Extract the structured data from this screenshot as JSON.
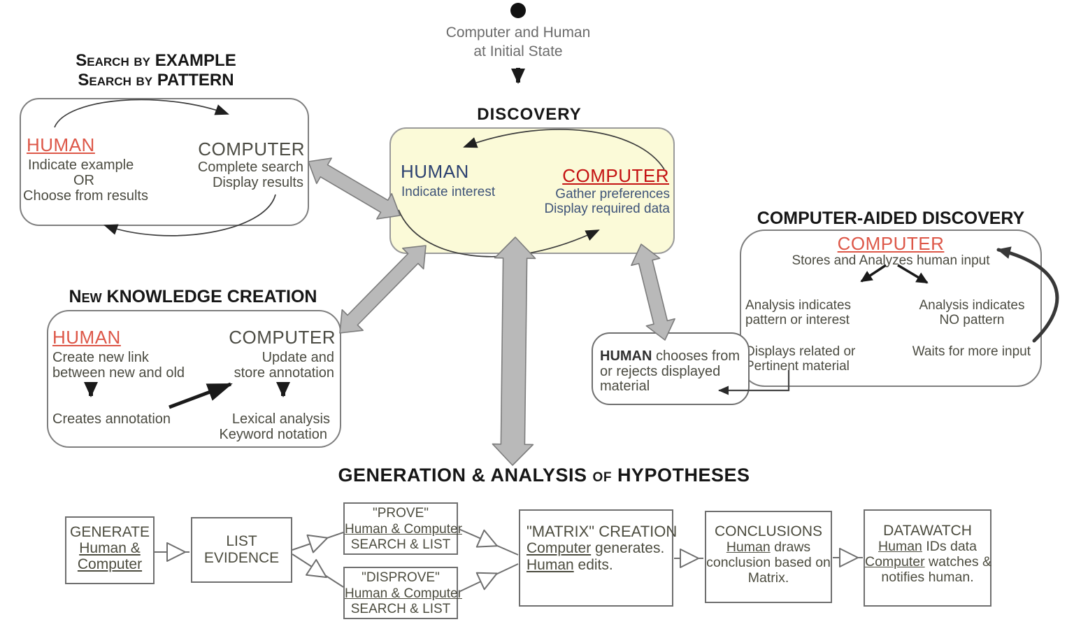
{
  "colors": {
    "discovery_fill": "#fbfad8",
    "deep_red": "#c41212",
    "salmon_red": "#dd5748",
    "navy": "#2c4170",
    "slate_blue": "#3e5378",
    "olive_gray": "#4b4b41",
    "label_gray": "#6b6b6b",
    "gray_arrow_fill": "#b9b9b9"
  },
  "initial_state": {
    "line1": "Computer and Human",
    "line2": "at Initial State"
  },
  "search": {
    "title1": [
      {
        "t": "Search by ",
        "c": "sc"
      },
      {
        "t": "EXAMPLE"
      }
    ],
    "title2": [
      {
        "t": "Search by ",
        "c": "sc"
      },
      {
        "t": "PATTERN"
      }
    ],
    "human": {
      "title": "HUMAN",
      "line1": "Indicate example",
      "line2": "OR",
      "line3": "Choose from results"
    },
    "computer": {
      "title": "COMPUTER",
      "line1": "Complete search",
      "line2": "Display results"
    }
  },
  "discovery": {
    "title": "DISCOVERY",
    "human": {
      "title": "HUMAN",
      "line1": "Indicate interest"
    },
    "computer": {
      "title": "COMPUTER",
      "line1": "Gather preferences",
      "line2": "Display required data"
    }
  },
  "new_knowledge": {
    "title": [
      {
        "t": "New ",
        "c": "sc"
      },
      {
        "t": "KNOWLEDGE CREATION"
      }
    ],
    "human": {
      "title": "HUMAN",
      "line1": "Create new link",
      "line2": "between new and old",
      "below": "Creates annotation"
    },
    "computer": {
      "title": "COMPUTER",
      "line1": "Update and",
      "line2": "store annotation",
      "below1": "Lexical analysis",
      "below2": "Keyword notation"
    }
  },
  "cad": {
    "title": "COMPUTER-AIDED DISCOVERY",
    "computer_title": "COMPUTER",
    "subtitle": "Stores and Analyzes human input",
    "branch_left": {
      "line1": "Analysis indicates",
      "line2": "pattern or interest"
    },
    "branch_right": {
      "line1": "Analysis indicates",
      "line2": "NO pattern"
    },
    "result_left": {
      "line1": "Displays related or",
      "line2": "Pertinent material"
    },
    "result_right": "Waits for more input"
  },
  "human_chooses": {
    "line1": [
      {
        "t": "HUMAN",
        "c": "b"
      },
      {
        "t": " chooses from"
      }
    ],
    "line2": "or rejects displayed",
    "line3": "material"
  },
  "hypotheses": {
    "title": [
      {
        "t": "GENERATION & ANALYSIS "
      },
      {
        "t": "of ",
        "c": "sc"
      },
      {
        "t": "HYPOTHESES"
      }
    ],
    "generate": {
      "line1": "GENERATE",
      "line2": [
        {
          "t": "Human &",
          "c": "u"
        }
      ],
      "line3": [
        {
          "t": "Computer",
          "c": "u"
        }
      ]
    },
    "list": {
      "line1": "LIST",
      "line2": "EVIDENCE"
    },
    "prove": {
      "line1": "\"PROVE\"",
      "line2": [
        {
          "t": "Human & Computer",
          "c": "u"
        }
      ],
      "line3": "SEARCH & LIST"
    },
    "disprove": {
      "line1": "\"DISPROVE\"",
      "line2": [
        {
          "t": "Human & Computer",
          "c": "u"
        }
      ],
      "line3": "SEARCH & LIST"
    },
    "matrix": {
      "line1": "\"MATRIX\" CREATION",
      "line2": [
        {
          "t": "Computer",
          "c": "u"
        },
        {
          "t": " generates."
        }
      ],
      "line3": [
        {
          "t": "Human",
          "c": "u"
        },
        {
          "t": " edits."
        }
      ]
    },
    "conclusions": {
      "line1": "CONCLUSIONS",
      "line2": [
        {
          "t": "Human",
          "c": "u"
        },
        {
          "t": " draws"
        }
      ],
      "line3": "conclusion based on",
      "line4": "Matrix."
    },
    "datawatch": {
      "line1": "DATAWATCH",
      "line2": [
        {
          "t": "Human",
          "c": "u"
        },
        {
          "t": " IDs data"
        }
      ],
      "line3": [
        {
          "t": "Computer",
          "c": "u"
        },
        {
          "t": " watches &"
        }
      ],
      "line4": "notifies human."
    }
  }
}
